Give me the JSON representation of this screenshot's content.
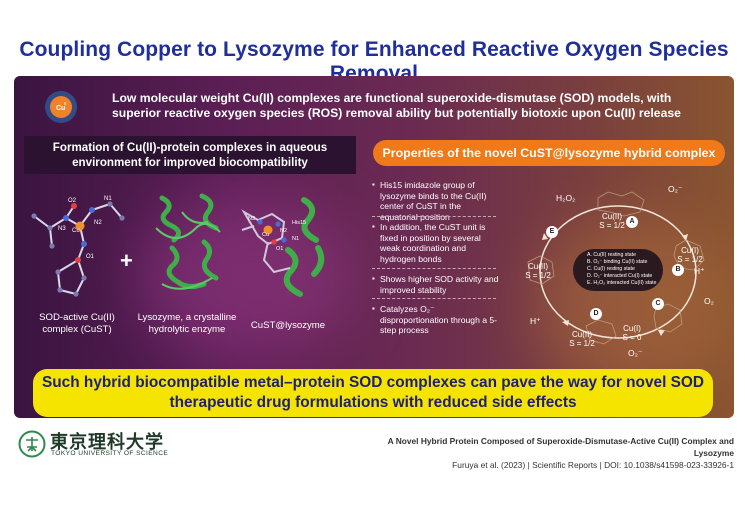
{
  "title": "Coupling Copper to Lysozyme for Enhanced Reactive Oxygen Species Removal",
  "intro": {
    "badge": "Cu",
    "badge_sup": "II",
    "text": "Low molecular weight Cu(II) complexes are functional superoxide-dismutase (SOD) models, with superior reactive oxygen species (ROS) removal ability but potentially biotoxic upon Cu(II) release"
  },
  "left_panel": {
    "header": "Formation of Cu(II)-protein complexes in aqueous environment for improved biocompatibility",
    "plus": "+",
    "labels": {
      "cust": "SOD-active Cu(II) complex (CuST)",
      "lysozyme": "Lysozyme, a crystalline hydrolytic enzyme",
      "hybrid": "CuST@lysozyme"
    },
    "atom_labels": [
      "O2",
      "N3",
      "O1",
      "N1",
      "N2",
      "Cu",
      "N3",
      "Cu",
      "N2",
      "O1",
      "His15",
      "N1"
    ]
  },
  "right_panel": {
    "header": "Properties of the novel CuST@lysozyme hybrid complex",
    "properties": [
      "His15 imidazole group of lysozyme binds to the Cu(II) center of CuST in the equatorial position",
      "In addition, the CuST unit is fixed in position by several weak coordination and hydrogen bonds",
      "Shows higher SOD activity and improved stability",
      "Catalyzes O₂⁻ disproportionation through a 5-step process"
    ],
    "cycle": {
      "legend": [
        "A. Cu(II) resting state",
        "B. O₂⁻ binding Cu(II) state",
        "C. Cu(I) resting state",
        "D. O₂⁻ interacted Cu(I) state",
        "E. H₂O₂ interacted Cu(II) state"
      ],
      "nodes": [
        "A",
        "B",
        "C",
        "D",
        "E"
      ],
      "states": [
        {
          "metal": "Cu(II)",
          "spin": "S = 1/2"
        },
        {
          "metal": "Cu(I)",
          "spin": "S = 1/2"
        },
        {
          "metal": "Cu(I)",
          "spin": "S = 0"
        },
        {
          "metal": "Cu(II)",
          "spin": "S = 1/2"
        },
        {
          "metal": "Cu(II)",
          "spin": "S = 1/2"
        }
      ],
      "species": {
        "h2o2": "H₂O₂",
        "o2_minus_top": "O₂⁻",
        "h_plus_right": "H⁺",
        "o2": "O₂",
        "o2_minus_bottom": "O₂⁻",
        "h_plus_left": "H⁺"
      }
    }
  },
  "conclusion": "Such hybrid biocompatible metal–protein SOD complexes can pave the way for novel SOD therapeutic drug formulations with reduced side effects",
  "footer": {
    "logo_jp": "東京理科大学",
    "logo_en": "TOKYO UNIVERSITY OF SCIENCE",
    "paper_title": "A Novel Hybrid Protein Composed of Superoxide-Dismutase-Active Cu(II) Complex and Lysozyme",
    "citation": "Furuya et al. (2023) | Scientific Reports | DOI: 10.1038/s41598-023-33926-1"
  },
  "colors": {
    "title": "#1f2f9a",
    "panel_dark": "#3a1440",
    "panel_warm": "#8a5530",
    "accent_orange": "#f07a1a",
    "conclusion_bg": "#f5e400",
    "conclusion_text": "#1d1f7a",
    "protein_green": "#3fae4a"
  }
}
